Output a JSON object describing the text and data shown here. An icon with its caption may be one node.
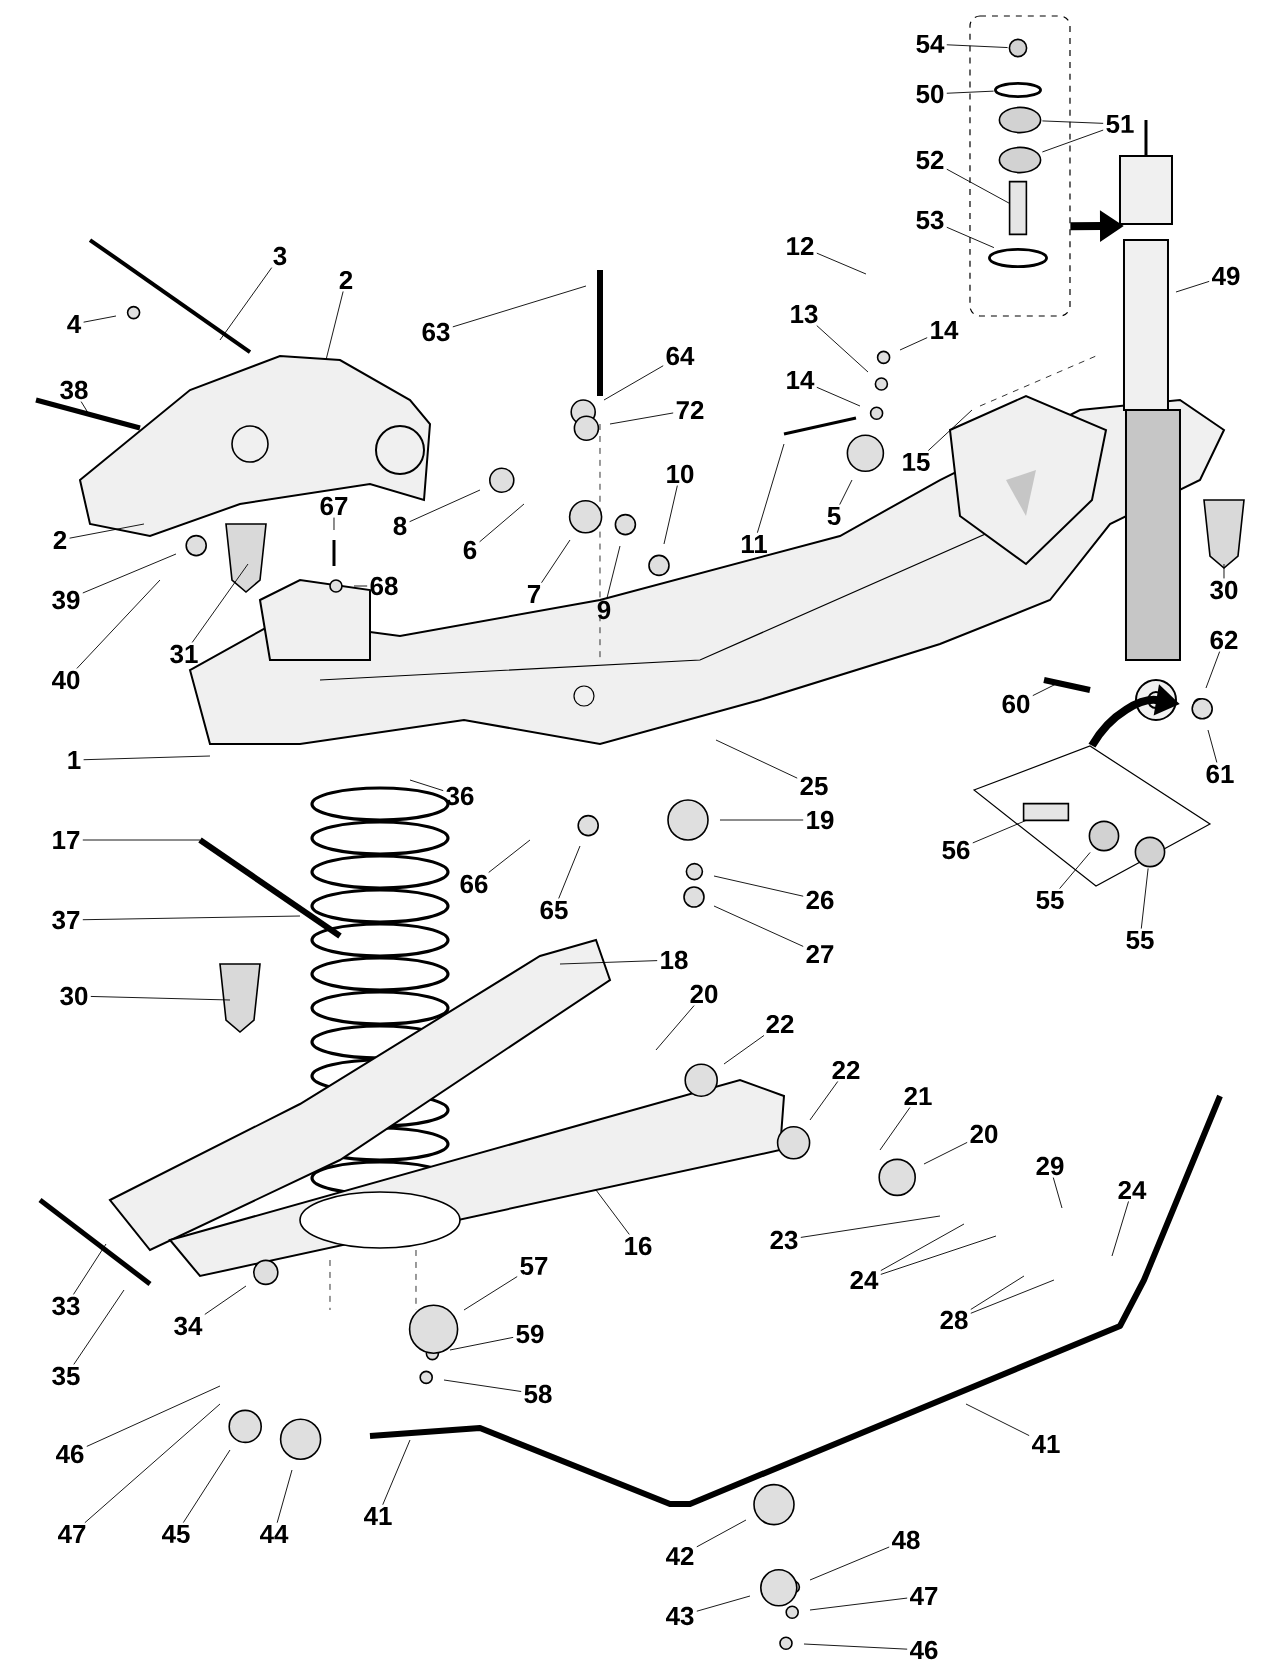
{
  "diagram": {
    "nodes": [
      {
        "text": [],
        "shape": "box"
      },
      {
        "text": [
          "54"
        ]
      },
      {
        "text": [
          "50"
        ]
      },
      {
        "text": [
          "51"
        ]
      },
      {
        "text": [
          "52"
        ]
      },
      {
        "text": [
          "53"
        ]
      },
      {
        "text": [
          "12"
        ]
      },
      {
        "text": [
          "3"
        ]
      },
      {
        "text": [
          "49"
        ]
      },
      {
        "text": [
          "2"
        ]
      },
      {
        "text": [
          "63"
        ]
      },
      {
        "text": [
          "4"
        ]
      },
      {
        "text": [
          "14"
        ]
      },
      {
        "text": [
          "13"
        ]
      },
      {
        "text": [
          "64"
        ]
      },
      {
        "text": [
          "14"
        ]
      },
      {
        "text": [
          "38"
        ]
      },
      {
        "text": [
          "72"
        ]
      },
      {
        "text": [
          "10"
        ]
      },
      {
        "text": [
          "11"
        ]
      },
      {
        "text": [
          "5"
        ]
      },
      {
        "text": [
          "15"
        ]
      },
      {
        "text": [
          "67"
        ]
      },
      {
        "text": [
          "8"
        ]
      },
      {
        "text": [
          "2"
        ]
      },
      {
        "text": [
          "6"
        ]
      },
      {
        "text": [
          "68"
        ]
      },
      {
        "text": [
          "30"
        ]
      },
      {
        "text": [
          "39"
        ]
      },
      {
        "text": [
          "7"
        ]
      },
      {
        "text": [
          "9"
        ]
      },
      {
        "text": [
          "62"
        ]
      },
      {
        "text": [
          "31"
        ]
      },
      {
        "text": [
          "40"
        ]
      },
      {
        "text": [
          "60"
        ]
      },
      {
        "text": [
          "1"
        ]
      },
      {
        "text": [
          "61"
        ]
      },
      {
        "text": [
          "25"
        ]
      },
      {
        "text": [],
        "shape": "box"
      },
      {
        "text": [
          "36"
        ]
      },
      {
        "text": [
          "19"
        ]
      },
      {
        "text": [
          "17"
        ]
      },
      {
        "text": [
          "56"
        ]
      },
      {
        "text": [
          "66"
        ]
      },
      {
        "text": [
          "55"
        ]
      },
      {
        "text": [
          "26"
        ]
      },
      {
        "text": [
          "65"
        ]
      },
      {
        "text": [
          "37"
        ]
      },
      {
        "text": [
          "55"
        ]
      },
      {
        "text": [
          "27"
        ]
      },
      {
        "text": [
          "18"
        ]
      },
      {
        "text": [
          "20"
        ]
      },
      {
        "text": [
          "30"
        ]
      },
      {
        "text": [
          "22"
        ]
      },
      {
        "text": [
          "22"
        ]
      },
      {
        "text": [
          "21"
        ]
      },
      {
        "text": [
          "20"
        ]
      },
      {
        "text": [
          "29"
        ]
      },
      {
        "text": [
          "24"
        ]
      },
      {
        "text": [
          "23"
        ]
      },
      {
        "text": [
          "16"
        ]
      },
      {
        "text": [
          "57"
        ]
      },
      {
        "text": [
          "24"
        ]
      },
      {
        "text": [
          "33"
        ]
      },
      {
        "text": [
          "34"
        ]
      },
      {
        "text": [
          "28"
        ]
      },
      {
        "text": [
          "59"
        ]
      },
      {
        "text": [
          "35"
        ]
      },
      {
        "text": [
          "58"
        ]
      },
      {
        "text": [
          "41"
        ]
      },
      {
        "text": [
          "46"
        ]
      },
      {
        "text": [
          "41"
        ]
      },
      {
        "text": [
          "47"
        ]
      },
      {
        "text": [
          "45"
        ]
      },
      {
        "text": [
          "44"
        ]
      },
      {
        "text": [
          "48"
        ]
      },
      {
        "text": [
          "42"
        ]
      },
      {
        "text": [
          "47"
        ]
      },
      {
        "text": [
          "43"
        ]
      },
      {
        "text": [
          "46"
        ]
      },
      {
        "text": [],
        "shape": "circle",
        "in": 0
      },
      {
        "text": [],
        "shape": "circle",
        "in": 0
      },
      {
        "text": [],
        "shape": "circle",
        "in": 0
      },
      {
        "text": [],
        "shape": "circle",
        "in": 0
      },
      {
        "text": [],
        "shape": "box",
        "in": 0
      },
      {
        "text": [],
        "shape": "circle",
        "in": 0
      },
      {
        "text": [],
        "shape": "box",
        "in": 38
      },
      {
        "text": [],
        "shape": "circle",
        "in": 38
      },
      {
        "text": [],
        "shape": "circle",
        "in": 38
      }
    ],
    "edges": [
      {
        "from": 0,
        "to": null,
        "arrow": "to",
        "style": "thick"
      },
      {
        "from": 1,
        "to": 80,
        "arrow": "none"
      },
      {
        "from": 2,
        "to": 81,
        "arrow": "none"
      },
      {
        "from": 3,
        "to": 82,
        "arrow": "none"
      },
      {
        "from": 3,
        "to": 83,
        "arrow": "none"
      },
      {
        "from": 4,
        "to": 84,
        "arrow": "none"
      },
      {
        "from": 5,
        "to": 85,
        "arrow": "none"
      },
      {
        "from": 6,
        "to": null,
        "arrow": "none"
      },
      {
        "from": 7,
        "to": null,
        "arrow": "none"
      },
      {
        "from": 8,
        "to": null,
        "arrow": "none"
      },
      {
        "from": 9,
        "to": null,
        "arrow": "none"
      },
      {
        "from": 10,
        "to": null,
        "arrow": "none"
      },
      {
        "from": 11,
        "to": null,
        "arrow": "none"
      },
      {
        "from": 12,
        "to": null,
        "arrow": "none"
      },
      {
        "from": 13,
        "to": null,
        "arrow": "none"
      },
      {
        "from": 14,
        "to": null,
        "arrow": "none"
      },
      {
        "from": 15,
        "to": null,
        "arrow": "none"
      },
      {
        "from": 16,
        "to": null,
        "arrow": "none"
      },
      {
        "from": 17,
        "to": null,
        "arrow": "none"
      },
      {
        "from": 18,
        "to": null,
        "arrow": "none"
      },
      {
        "from": 19,
        "to": null,
        "arrow": "none"
      },
      {
        "from": 20,
        "to": null,
        "arrow": "none"
      },
      {
        "from": 21,
        "to": null,
        "arrow": "none"
      },
      {
        "from": 22,
        "to": null,
        "arrow": "none"
      },
      {
        "from": 23,
        "to": null,
        "arrow": "none"
      },
      {
        "from": 24,
        "to": null,
        "arrow": "none"
      },
      {
        "from": 25,
        "to": null,
        "arrow": "none"
      },
      {
        "from": 26,
        "to": null,
        "arrow": "none"
      },
      {
        "from": 27,
        "to": null,
        "arrow": "none"
      },
      {
        "from": 28,
        "to": null,
        "arrow": "none"
      },
      {
        "from": 29,
        "to": null,
        "arrow": "none"
      },
      {
        "from": 30,
        "to": null,
        "arrow": "none"
      },
      {
        "from": 31,
        "to": null,
        "arrow": "none"
      },
      {
        "from": 32,
        "to": null,
        "arrow": "none"
      },
      {
        "from": 33,
        "to": null,
        "arrow": "none"
      },
      {
        "from": 34,
        "to": null,
        "arrow": "none"
      },
      {
        "from": 35,
        "to": null,
        "arrow": "none"
      },
      {
        "from": 36,
        "to": null,
        "arrow": "none"
      },
      {
        "from": 37,
        "to": null,
        "arrow": "none"
      },
      {
        "from": 38,
        "to": null,
        "arrow": "to",
        "style": "thick"
      },
      {
        "from": 39,
        "to": null,
        "arrow": "none"
      },
      {
        "from": 40,
        "to": null,
        "arrow": "none"
      },
      {
        "from": 41,
        "to": null,
        "arrow": "none"
      },
      {
        "from": 42,
        "to": 86,
        "arrow": "none"
      },
      {
        "from": 43,
        "to": null,
        "arrow": "none"
      },
      {
        "from": 44,
        "to": 87,
        "arrow": "none"
      },
      {
        "from": 45,
        "to": null,
        "arrow": "none"
      },
      {
        "from": 46,
        "to": null,
        "arrow": "none"
      },
      {
        "from": 47,
        "to": null,
        "arrow": "none"
      },
      {
        "from": 48,
        "to": 88,
        "arrow": "none"
      },
      {
        "from": 49,
        "to": null,
        "arrow": "none"
      },
      {
        "from": 50,
        "to": null,
        "arrow": "none"
      },
      {
        "from": 51,
        "to": null,
        "arrow": "none"
      },
      {
        "from": 52,
        "to": null,
        "arrow": "none"
      },
      {
        "from": 53,
        "to": null,
        "arrow": "none"
      },
      {
        "from": 54,
        "to": null,
        "arrow": "none"
      },
      {
        "from": 55,
        "to": null,
        "arrow": "none"
      },
      {
        "from": 56,
        "to": null,
        "arrow": "none"
      },
      {
        "from": 57,
        "to": null,
        "arrow": "none"
      },
      {
        "from": 58,
        "to": null,
        "arrow": "none"
      },
      {
        "from": 59,
        "to": null,
        "arrow": "none"
      },
      {
        "from": 60,
        "to": null,
        "arrow": "none"
      },
      {
        "from": 61,
        "to": null,
        "arrow": "none"
      },
      {
        "from": 62,
        "to": null,
        "arrow": "none"
      },
      {
        "from": 62,
        "to": null,
        "arrow": "none"
      },
      {
        "from": 63,
        "to": null,
        "arrow": "none"
      },
      {
        "from": 64,
        "to": null,
        "arrow": "none"
      },
      {
        "from": 65,
        "to": null,
        "arrow": "none"
      },
      {
        "from": 65,
        "to": null,
        "arrow": "none"
      },
      {
        "from": 66,
        "to": null,
        "arrow": "none"
      },
      {
        "from": 67,
        "to": null,
        "arrow": "none"
      },
      {
        "from": 68,
        "to": null,
        "arrow": "none"
      },
      {
        "from": 69,
        "to": null,
        "arrow": "none"
      },
      {
        "from": 70,
        "to": null,
        "arrow": "none"
      },
      {
        "from": 71,
        "to": null,
        "arrow": "none"
      },
      {
        "from": 72,
        "to": null,
        "arrow": "none"
      },
      {
        "from": 73,
        "to": null,
        "arrow": "none"
      },
      {
        "from": 74,
        "to": null,
        "arrow": "none"
      },
      {
        "from": 75,
        "to": null,
        "arrow": "none"
      },
      {
        "from": 76,
        "to": null,
        "arrow": "none"
      },
      {
        "from": 77,
        "to": null,
        "arrow": "none"
      },
      {
        "from": 78,
        "to": null,
        "arrow": "none"
      },
      {
        "from": 79,
        "to": null,
        "arrow": "none"
      }
    ]
  }
}
